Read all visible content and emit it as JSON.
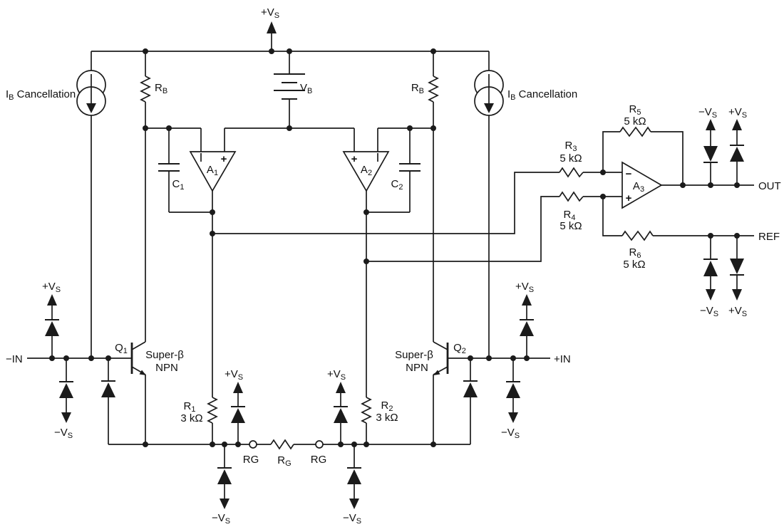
{
  "theme": {
    "ink": "#1b1b1b",
    "paper": "#ffffff"
  },
  "labels": {
    "supply_pos": {
      "pre": "+V",
      "sub": "S"
    },
    "supply_neg": {
      "pre": "−V",
      "sub": "S"
    },
    "ib_cancellation": {
      "pre": "I",
      "sub": "B",
      "post": " Cancellation"
    },
    "rb": {
      "pre": "R",
      "sub": "B"
    },
    "vb": {
      "pre": "V",
      "sub": "B"
    },
    "a1": {
      "pre": "A",
      "sub": "1"
    },
    "a2": {
      "pre": "A",
      "sub": "2"
    },
    "a3": {
      "pre": "A",
      "sub": "3"
    },
    "c1": {
      "pre": "C",
      "sub": "1"
    },
    "c2": {
      "pre": "C",
      "sub": "2"
    },
    "r1": {
      "pre": "R",
      "sub": "1"
    },
    "r2": {
      "pre": "R",
      "sub": "2"
    },
    "r3": {
      "pre": "R",
      "sub": "3"
    },
    "r4": {
      "pre": "R",
      "sub": "4"
    },
    "r5": {
      "pre": "R",
      "sub": "5"
    },
    "r6": {
      "pre": "R",
      "sub": "6"
    },
    "value_3k": {
      "pre": "3 kΩ"
    },
    "value_5k": {
      "pre": "5 kΩ"
    },
    "rg_pin": {
      "pre": "RG"
    },
    "rg_resistor": {
      "pre": "R",
      "sub": "G"
    },
    "q1": {
      "pre": "Q",
      "sub": "1"
    },
    "q2": {
      "pre": "Q",
      "sub": "2"
    },
    "super_beta": {
      "pre": "Super-β"
    },
    "npn": {
      "pre": "NPN"
    },
    "neg_in": {
      "pre": "−IN"
    },
    "pos_in": {
      "pre": "+IN"
    },
    "out": {
      "pre": "OUT"
    },
    "ref": {
      "pre": "REF"
    },
    "polarity_plus": {
      "pre": "+"
    },
    "polarity_minus": {
      "pre": "−"
    }
  }
}
